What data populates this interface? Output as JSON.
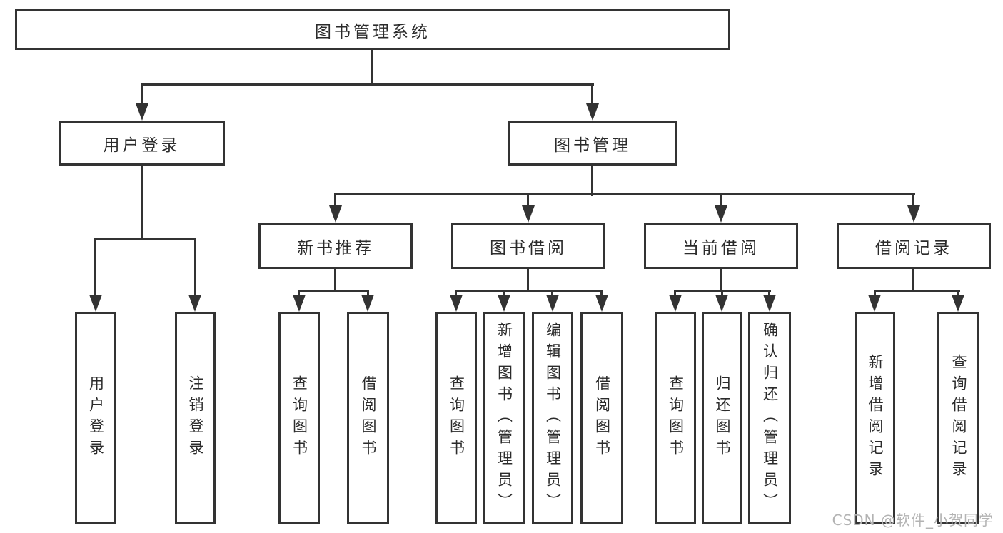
{
  "diagram": {
    "root": {
      "label": "图书管理系统"
    },
    "branches": [
      {
        "label": "用户登录",
        "children": [
          {
            "label": "用户登录"
          },
          {
            "label": "注销登录"
          }
        ]
      },
      {
        "label": "图书管理",
        "children": [
          {
            "label": "新书推荐",
            "children": [
              {
                "label": "查询图书"
              },
              {
                "label": "借阅图书"
              }
            ]
          },
          {
            "label": "图书借阅",
            "children": [
              {
                "label": "查询图书"
              },
              {
                "label": "新增图书（管理员）"
              },
              {
                "label": "编辑图书（管理员）"
              },
              {
                "label": "借阅图书"
              }
            ]
          },
          {
            "label": "当前借阅",
            "children": [
              {
                "label": "查询图书"
              },
              {
                "label": "归还图书"
              },
              {
                "label": "确认归还（管理员）"
              }
            ]
          },
          {
            "label": "借阅记录",
            "children": [
              {
                "label": "新增借阅记录"
              },
              {
                "label": "查询借阅记录"
              }
            ]
          }
        ]
      }
    ]
  },
  "watermark": {
    "text": "CSDN @软件_小贺同学"
  },
  "colors": {
    "background": "#ffffff",
    "line": "#333333",
    "node_border": "#333333",
    "node_fill": "#ffffff",
    "text": "#2b2b2b",
    "watermark": "#b3b3b3"
  }
}
